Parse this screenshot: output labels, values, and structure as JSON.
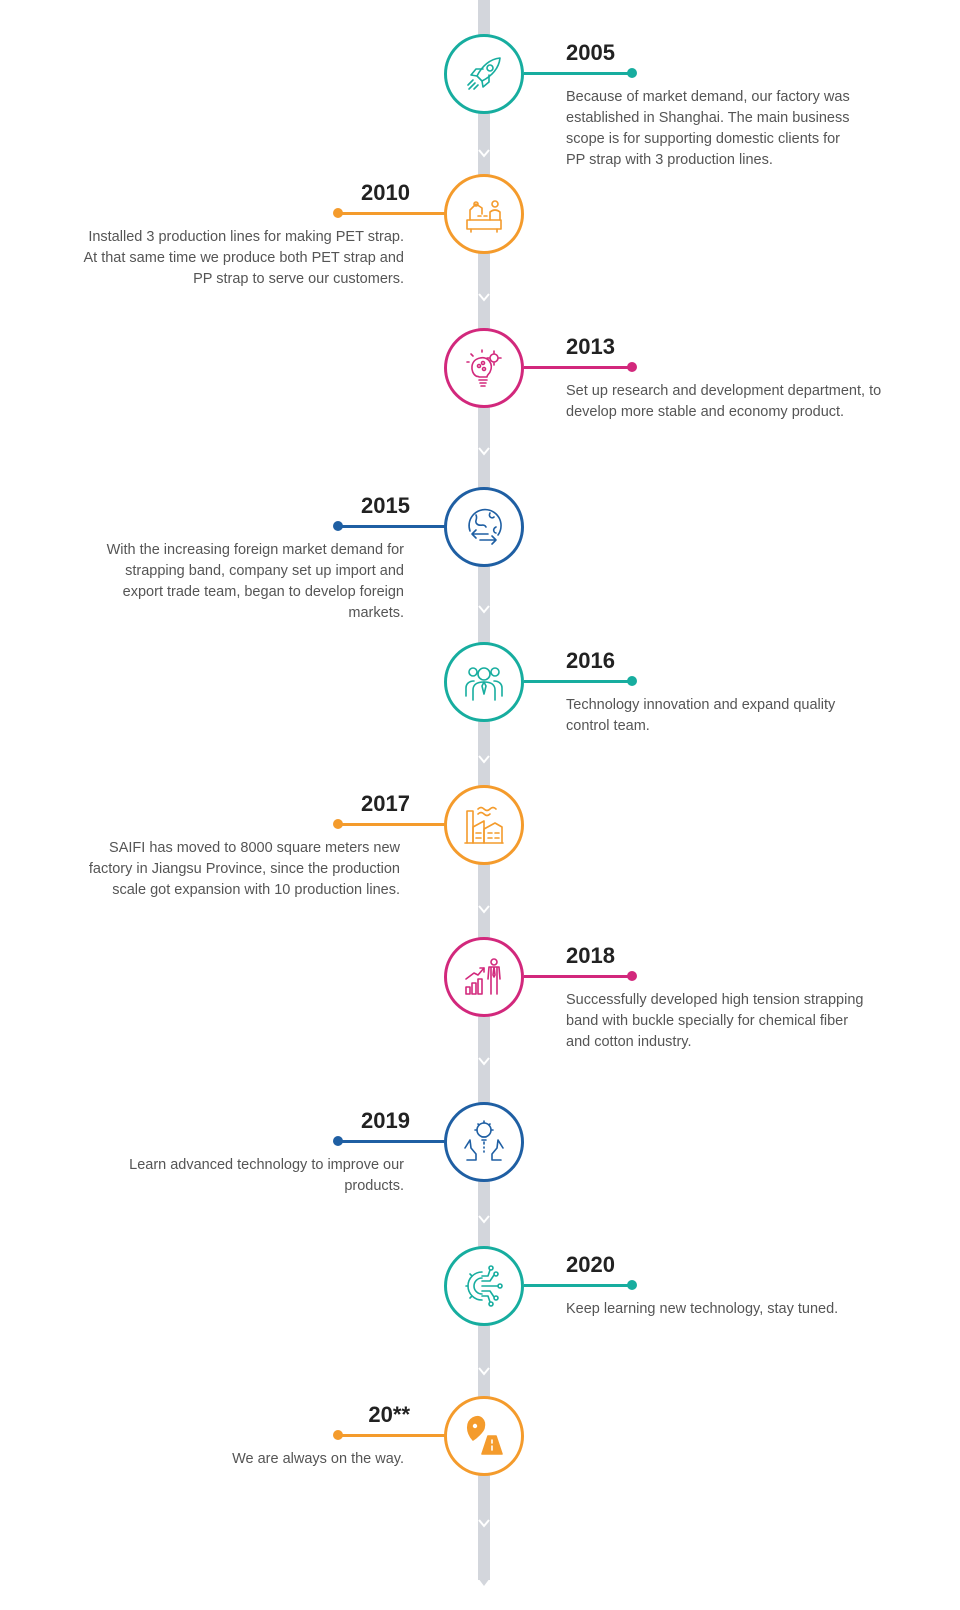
{
  "timeline": {
    "events": [
      {
        "year": "2005",
        "text": "Because of market demand, our factory was established in Shanghai. The main business scope is for supporting domestic clients for PP strap with 3 production lines.",
        "side": "right",
        "color": "#17ad9f",
        "icon": "rocket-icon"
      },
      {
        "year": "2010",
        "text": "Installed 3 production lines for making PET strap. At that same time we produce both PET strap and PP strap to serve our customers.",
        "side": "left",
        "color": "#f49b2c",
        "icon": "factory-workers-icon"
      },
      {
        "year": "2013",
        "text": "Set up research and development department, to develop more stable and economy product.",
        "side": "right",
        "color": "#d2287c",
        "icon": "lightbulb-gear-icon"
      },
      {
        "year": "2015",
        "text": "With the increasing foreign market demand for strapping band, company set up import and export trade team, began to develop foreign markets.",
        "side": "left",
        "color": "#1f5fa3",
        "icon": "globe-arrows-icon"
      },
      {
        "year": "2016",
        "text": "Technology innovation and expand quality control team.",
        "side": "right",
        "color": "#17ad9f",
        "icon": "team-icon"
      },
      {
        "year": "2017",
        "text": "SAIFI has moved to 8000 square meters new factory in Jiangsu Province, since the production scale got expansion with 10 production lines.",
        "side": "left",
        "color": "#f49b2c",
        "icon": "factory-building-icon"
      },
      {
        "year": "2018",
        "text": "Successfully developed high tension strapping band with buckle specially for chemical fiber and cotton industry.",
        "side": "right",
        "color": "#d2287c",
        "icon": "growth-chart-person-icon"
      },
      {
        "year": "2019",
        "text": "Learn advanced technology to improve our products.",
        "side": "left",
        "color": "#1f5fa3",
        "icon": "hands-lightbulb-icon"
      },
      {
        "year": "2020",
        "text": "Keep learning new technology, stay tuned.",
        "side": "right",
        "color": "#17ad9f",
        "icon": "circuit-gear-icon"
      },
      {
        "year": "20**",
        "text": "We are always on the way.",
        "side": "left",
        "color": "#f49b2c",
        "icon": "location-road-icon"
      }
    ]
  }
}
